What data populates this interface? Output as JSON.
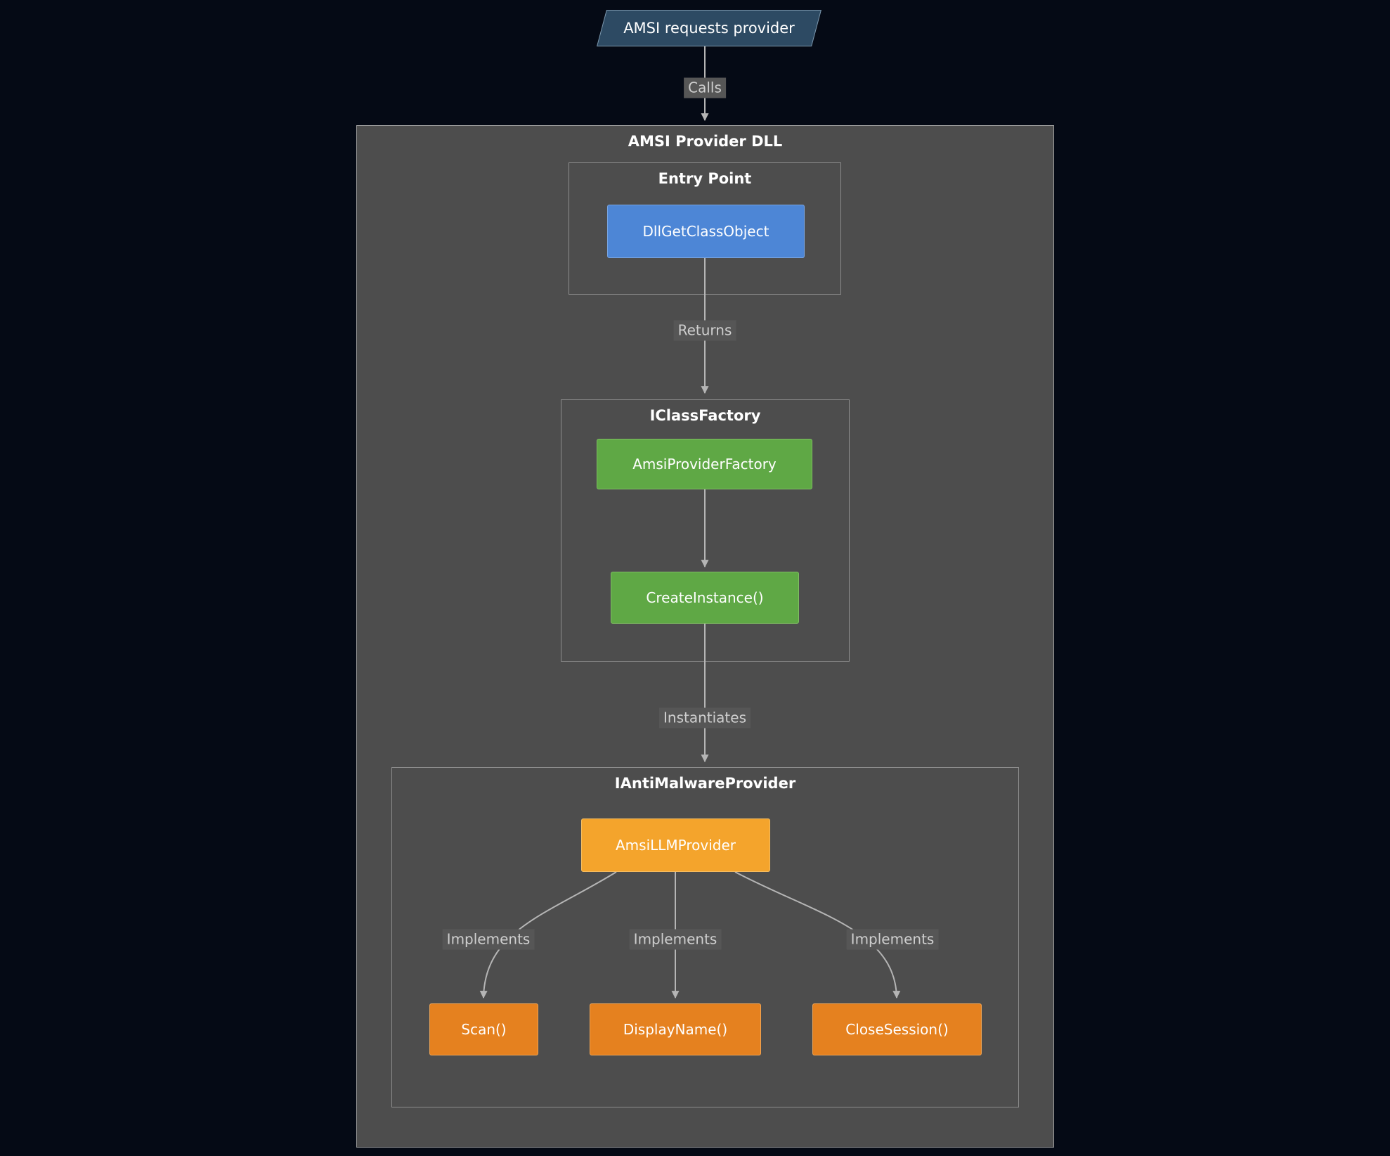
{
  "colors": {
    "page_bg": "#050a15",
    "container_bg": "#4d4d4d",
    "container_border": "#9b9b9b",
    "subgraph_border": "#8c8c8c",
    "start_fill": "#2d4a63",
    "start_border": "#7d98ad",
    "blue_fill": "#4d86d6",
    "blue_border": "#79a5e2",
    "green_fill": "#5fa845",
    "green_border": "#7fbf63",
    "amber_fill": "#f4a42c",
    "amber_border": "#f6bd60",
    "orange_fill": "#e5811f",
    "orange_border": "#f0a555",
    "edge_line": "#b5b5b5",
    "edge_label_bg": "#565656",
    "edge_label_text": "#cfcfcf",
    "node_text": "#ffffff"
  },
  "diagram": {
    "start": {
      "label": "AMSI requests provider"
    },
    "container": {
      "title": "AMSI Provider DLL"
    },
    "entry_point": {
      "title": "Entry Point",
      "dll_get_class_object": "DllGetClassObject"
    },
    "class_factory": {
      "title": "IClassFactory",
      "factory": "AmsiProviderFactory",
      "create_instance": "CreateInstance()"
    },
    "anti_malware_provider": {
      "title": "IAntiMalwareProvider",
      "provider": "AmsiLLMProvider",
      "scan": "Scan()",
      "display_name": "DisplayName()",
      "close_session": "CloseSession()"
    },
    "edge_labels": {
      "calls": "Calls",
      "returns": "Returns",
      "instantiates": "Instantiates",
      "implements_scan": "Implements",
      "implements_display": "Implements",
      "implements_close": "Implements"
    }
  }
}
